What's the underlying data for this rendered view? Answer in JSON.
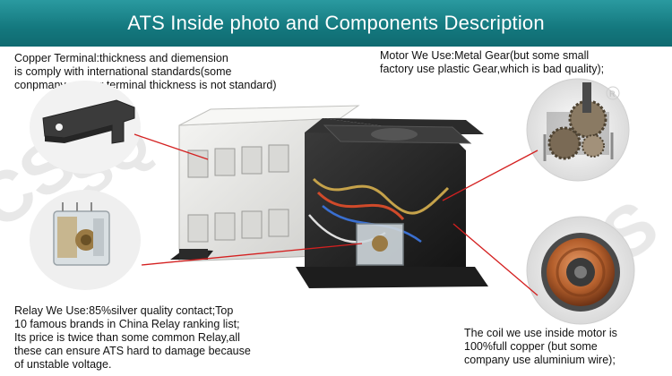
{
  "header": {
    "title": "ATS Inside photo and Components Description"
  },
  "annotations": {
    "copper_terminal": "Copper Terminal:thickness and diemension\nis comply with international standards(some\nconpmany copper terminal thickness is not standard)",
    "motor": "Motor We Use:Metal Gear(but some small\nfactory use plastic Gear,which is bad quality);",
    "relay": "Relay We Use:85%silver quality contact;Top\n10 famous brands in China Relay ranking list;\nIts price is twice than some common Relay,all\nthese can ensure ATS hard to damage because\nof unstable voltage.",
    "coil": "The coil we use inside motor is\n100%full copper (but some\ncompany use aluminium wire);"
  },
  "colors": {
    "banner": "#14787e",
    "pointer_line": "#d42020",
    "product_black": "#1f1f1f",
    "product_white": "#e9e9e6"
  },
  "watermark": {
    "text": "CSQ"
  }
}
